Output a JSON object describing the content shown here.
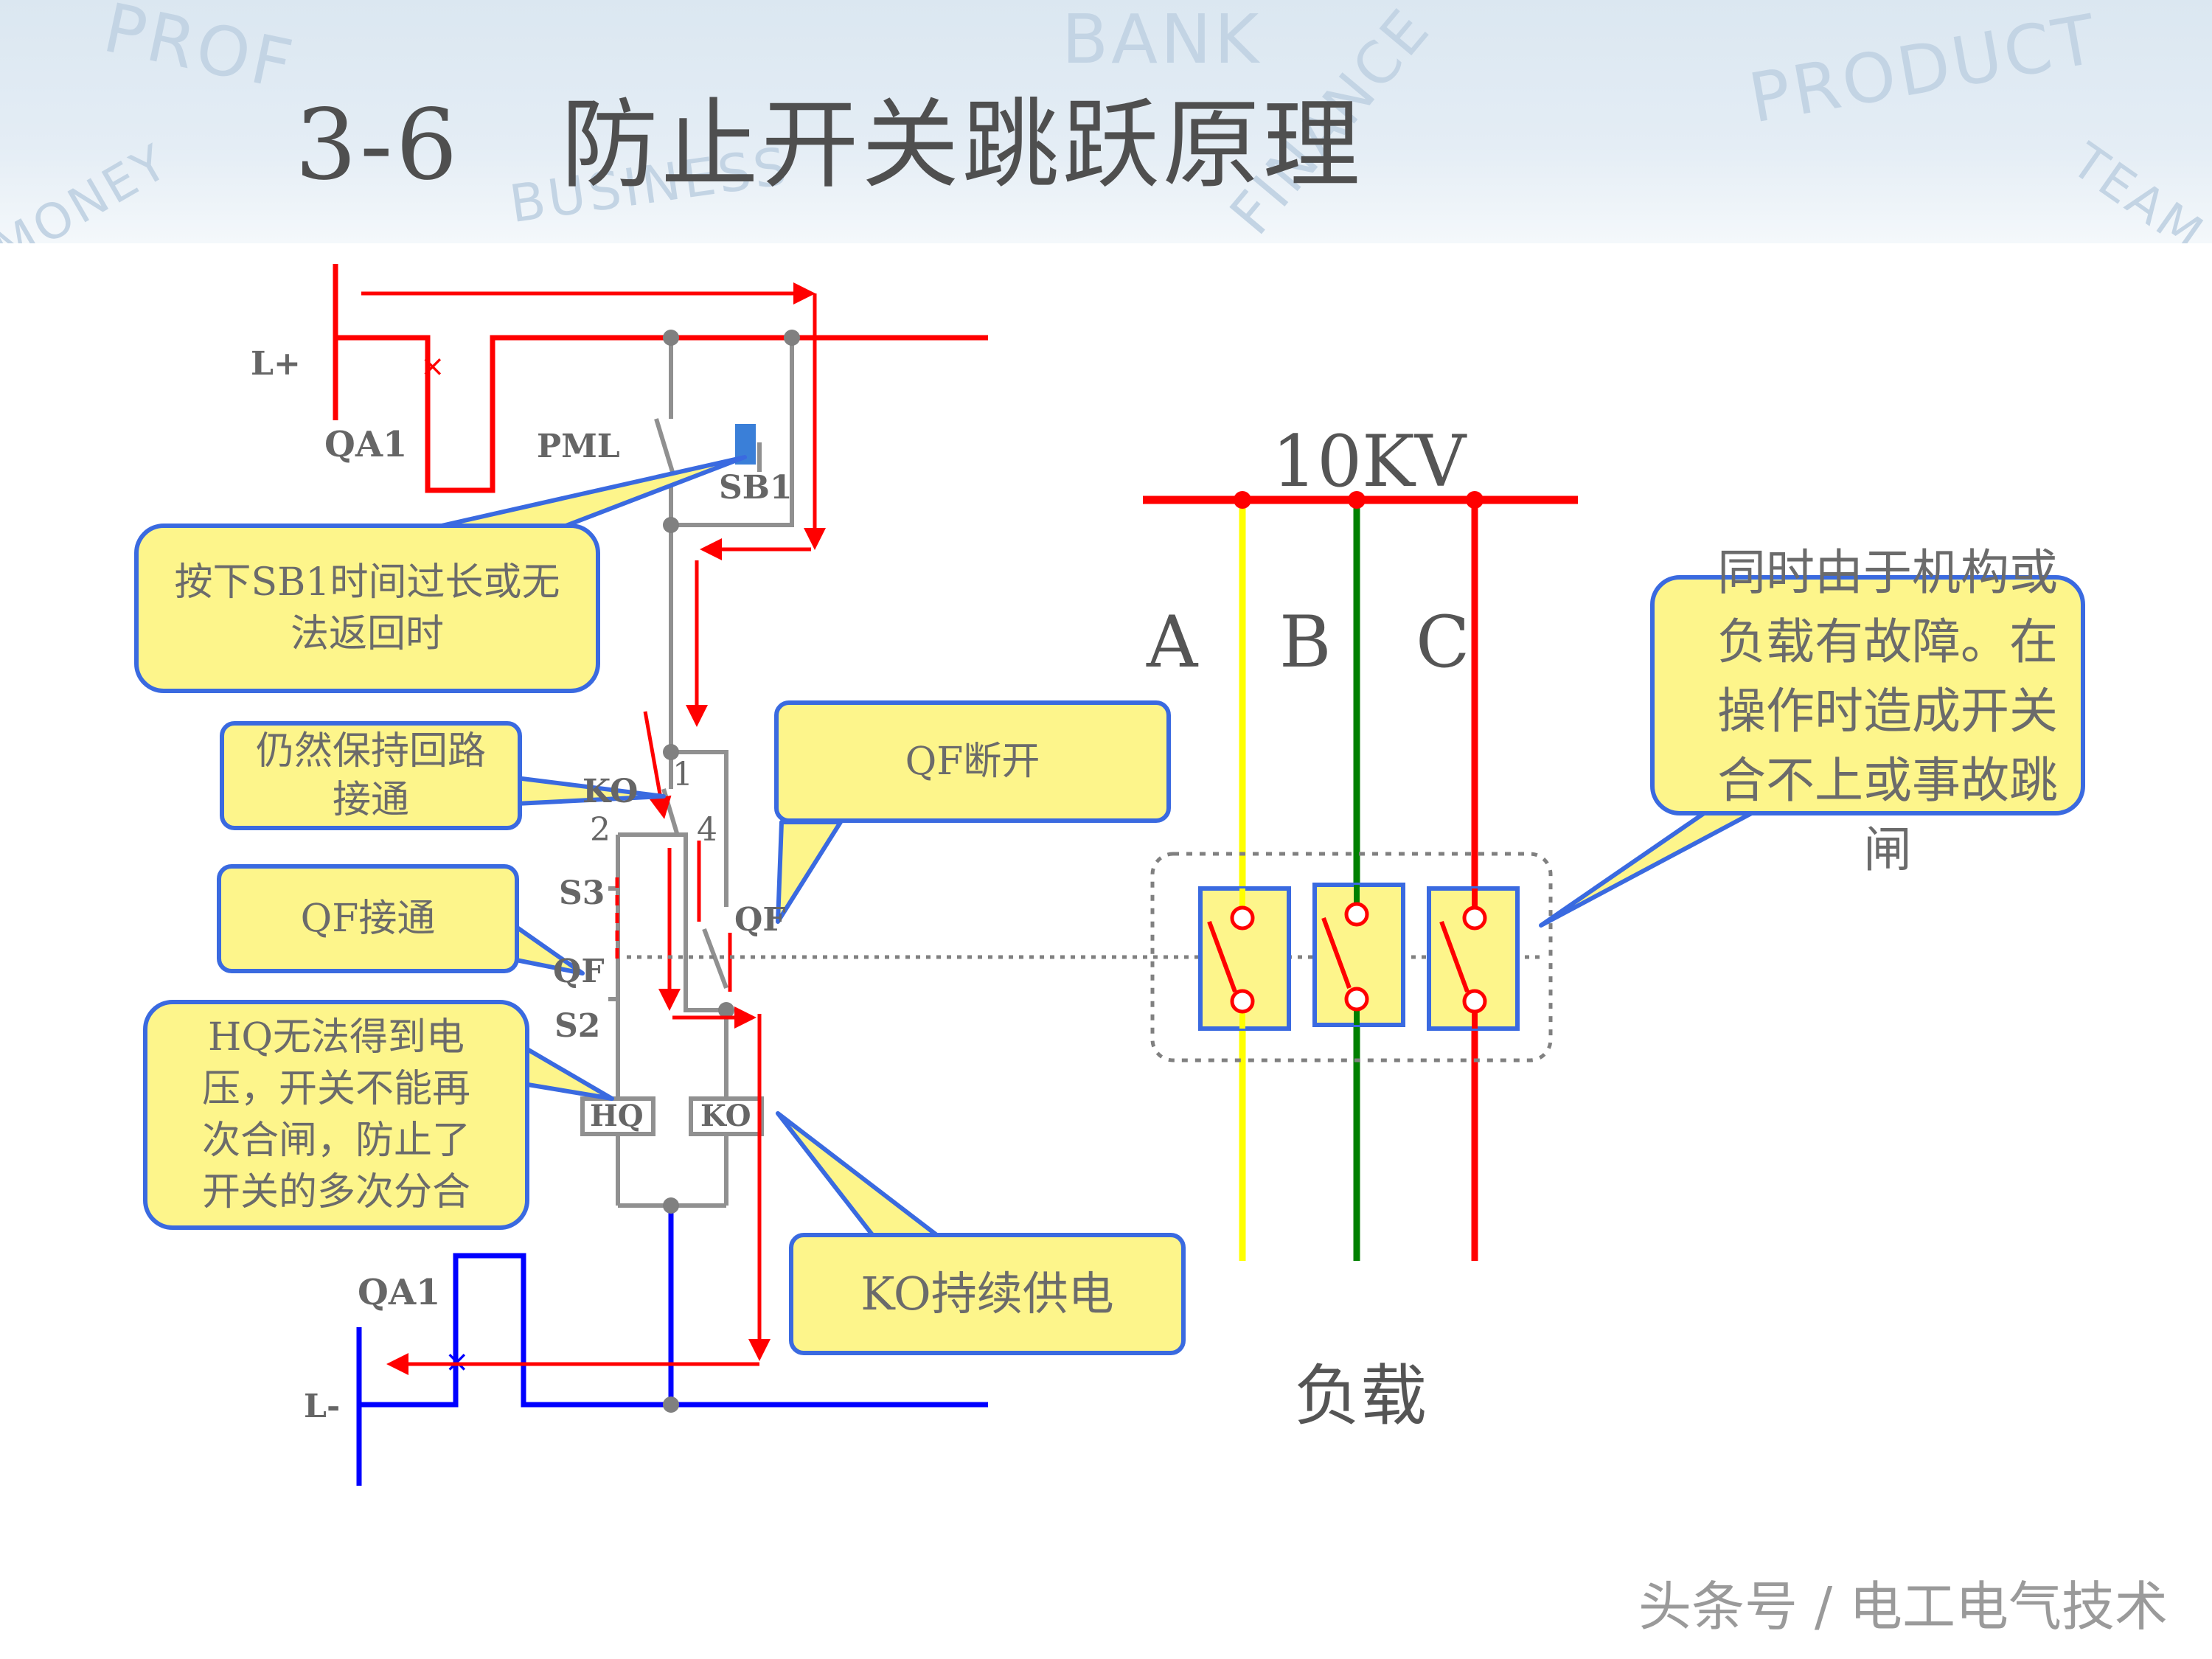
{
  "slide": {
    "title": "3-6　防止开关跳跃原理",
    "watermarks": [
      "PROF",
      "BANK",
      "PRODUCT",
      "BUSINESS",
      "FINANCE",
      "MONEY",
      "TEAM"
    ]
  },
  "circuit_labels": {
    "l_plus": "L+",
    "l_minus": "L-",
    "qa1_top": "QA1",
    "qa1_bottom": "QA1",
    "pml": "PML",
    "sb1": "SB1",
    "ko_contact": "KO",
    "pin1": "1",
    "pin2": "2",
    "pin4": "4",
    "s3": "S3",
    "qf_left": "QF",
    "qf_right": "QF",
    "s2": "S2",
    "hq_coil": "HQ",
    "ko_coil": "KO"
  },
  "callouts": {
    "sb1_press": "按下SB1时间过长或无法返回时",
    "keep_loop": "仍然保持回路接通",
    "qf_on": "QF接通",
    "hq_no_voltage": "HQ无法得到电压，开关不能再次合闸，防止了开关的多次分合",
    "qf_off": "QF断开",
    "ko_power": "KO持续供电",
    "fault": "同时由于机构或负载有故障。在操作时造成开关合不上或事故跳闸"
  },
  "three_phase": {
    "voltage": "10KV",
    "phase_a": "A",
    "phase_b": "B",
    "phase_c": "C",
    "load": "负载",
    "colors": {
      "a": "#ffff00",
      "b": "#008000",
      "c": "#ff0000"
    }
  },
  "footer": {
    "source": "头条号 / 电工电气技术"
  },
  "colors": {
    "positive": "#ff0000",
    "negative": "#0000ff",
    "wire": "#909090",
    "callout_fill": "#fdf58b",
    "callout_border": "#3a6ae0"
  }
}
